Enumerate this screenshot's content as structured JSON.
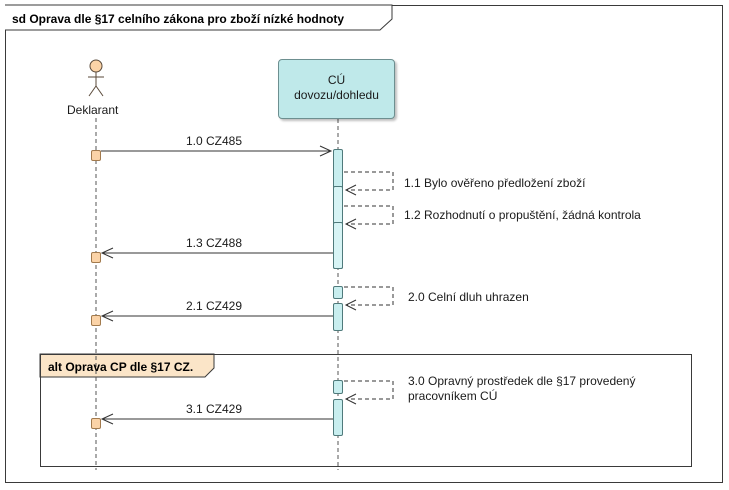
{
  "frame": {
    "title": "sd Oprava dle §17 celního zákona pro zboží nízké hodnoty"
  },
  "lifelines": {
    "actor": {
      "label": "Deklarant",
      "icon": "stick-figure-actor-icon"
    },
    "cu": {
      "line1": "CÚ",
      "line2": "dovozu/dohledu"
    }
  },
  "messages": {
    "m1_0": "1.0 CZ485",
    "m1_1": "1.1 Bylo ověřeno předložení zboží",
    "m1_2": "1.2 Rozhodnutí o propuštění, žádná kontrola",
    "m1_3": "1.3 CZ488",
    "m2_0": "2.0 Celní dluh uhrazen",
    "m2_1": "2.1 CZ429",
    "m3_0_line1": "3.0 Opravný prostředek dle §17 provedený",
    "m3_0_line2": "pracovníkem CÚ",
    "m3_1": "3.1 CZ429"
  },
  "alt": {
    "label": "alt Oprava CP dle §17 CZ."
  },
  "colors": {
    "lifeline_head_fill": "#bfe9ea",
    "activation_fill": "#c8eeef",
    "actor_activation_fill": "#fbd3a7",
    "alt_tab_fill": "#fbe5c8"
  }
}
